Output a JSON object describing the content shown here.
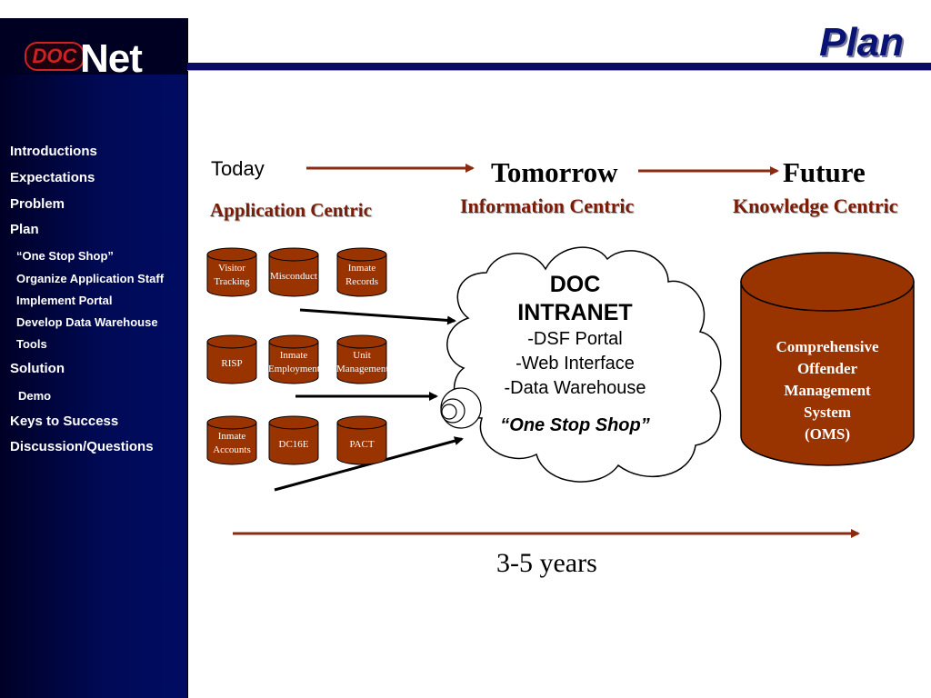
{
  "header": {
    "title": "Plan"
  },
  "logo": {
    "doc": "DOC",
    "net": "Net"
  },
  "sidebar": {
    "items": [
      {
        "label": "Introductions"
      },
      {
        "label": "Expectations"
      },
      {
        "label": "Problem"
      },
      {
        "label": "Plan"
      },
      {
        "label": "“One Stop Shop”"
      },
      {
        "label": "Organize Application Staff"
      },
      {
        "label": "Implement Portal"
      },
      {
        "label": "Develop Data Warehouse"
      },
      {
        "label": "Tools"
      },
      {
        "label": "Solution"
      },
      {
        "label": "Demo"
      },
      {
        "label": "Keys to Success"
      },
      {
        "label": "Discussion/Questions"
      }
    ]
  },
  "timeline": {
    "today": "Today",
    "today_sub": "Application Centric",
    "tomorrow": "Tomorrow",
    "tomorrow_sub": "Information Centric",
    "future": "Future",
    "future_sub": "Knowledge Centric",
    "duration": "3-5 years"
  },
  "apps": [
    "Visitor Tracking",
    "Misconduct",
    "Inmate Records",
    "RISP",
    "Inmate Employment",
    "Unit Management",
    "Inmate Accounts",
    "DC16E",
    "PACT"
  ],
  "cloud": {
    "line1": "DOC",
    "line2": "INTRANET",
    "items": [
      "-DSF Portal",
      "-Web Interface",
      "-Data Warehouse"
    ],
    "slogan": "“One Stop Shop”"
  },
  "oms": {
    "lines": [
      "Comprehensive",
      "Offender",
      "Management",
      "System",
      "(OMS)"
    ]
  },
  "colors": {
    "arrow": "#8b2a0e",
    "cylinder": "#993300",
    "sidebar": "#000c63",
    "title": "#0a1475"
  }
}
